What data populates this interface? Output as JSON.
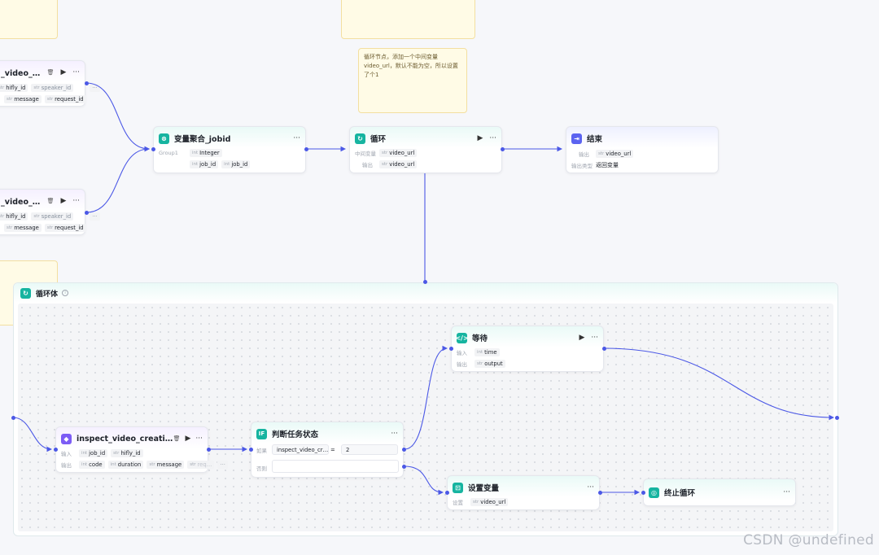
{
  "notes": {
    "loop_note": "循环节点，添加一个中间变量video_url，默认不能为空，所以设置了个1"
  },
  "nodes": {
    "text_video": {
      "title": "_video_文本…",
      "row1": [
        {
          "t": "str",
          "v": "hifly_id"
        },
        {
          "t": "str",
          "v": "speaker_id"
        }
      ],
      "row2": [
        {
          "t": "str",
          "v": "message"
        },
        {
          "t": "str",
          "v": "request_id"
        }
      ],
      "more": "···"
    },
    "audio_video": {
      "title": "_video_声音…",
      "row1": [
        {
          "t": "str",
          "v": "hifly_id"
        },
        {
          "t": "str",
          "v": "speaker_id"
        }
      ],
      "row2": [
        {
          "t": "str",
          "v": "message"
        },
        {
          "t": "str",
          "v": "request_id"
        }
      ],
      "more": "···"
    },
    "aggregate": {
      "title": "变量聚合_jobid",
      "group_label": "Group1",
      "group_type": {
        "t": "int",
        "v": "Integer"
      },
      "vars": [
        {
          "t": "int",
          "v": "job_id"
        },
        {
          "t": "int",
          "v": "job_id"
        }
      ]
    },
    "loop": {
      "title": "循环",
      "mid_label": "中间变量",
      "mid_var": {
        "t": "str",
        "v": "video_url"
      },
      "out_label": "输出",
      "out_var": {
        "t": "str",
        "v": "video_url"
      }
    },
    "end": {
      "title": "结束",
      "out_label": "输出",
      "out_var": {
        "t": "str",
        "v": "video_url"
      },
      "type_label": "输出类型",
      "type_value": "返回变量"
    },
    "loop_body": {
      "title": "循环体",
      "info": "i"
    },
    "wait": {
      "title": "等待",
      "in_label": "输入",
      "in_var": {
        "t": "int",
        "v": "time"
      },
      "out_label": "输出",
      "out_var": {
        "t": "str",
        "v": "output"
      }
    },
    "inspect": {
      "title": "inspect_video_creation_sta…",
      "in_label": "输入",
      "in_vars": [
        {
          "t": "int",
          "v": "job_id"
        },
        {
          "t": "str",
          "v": "hifly_id"
        }
      ],
      "out_label": "输出",
      "out_vars": [
        {
          "t": "int",
          "v": "code"
        },
        {
          "t": "int",
          "v": "duration"
        },
        {
          "t": "str",
          "v": "message"
        },
        {
          "t": "str",
          "v": "req…"
        }
      ],
      "more": "···"
    },
    "judge": {
      "title": "判断任务状态",
      "if_label": "如果",
      "if_left": "inspect_video_cr…",
      "if_op": "=",
      "if_right": "2",
      "else_label": "否则"
    },
    "set_var": {
      "title": "设置变量",
      "set_label": "设置",
      "set_var": {
        "t": "str",
        "v": "video_url"
      }
    },
    "stop_loop": {
      "title": "终止循环"
    }
  },
  "icons": {
    "aggregate": "aggregate-icon",
    "loop": "loop-icon",
    "end": "exit-icon",
    "wait": "code-icon",
    "inspect": "plugin-icon",
    "judge": "if-icon",
    "set_var": "set-variable-icon",
    "stop_loop": "stop-icon"
  },
  "ui": {
    "run": "▶",
    "more": "···",
    "trash": "🗑"
  },
  "watermark": "CSDN @undefined",
  "colors": {
    "edge": "#4b58e6",
    "teal": "#16b4a0",
    "purple": "#7c5cf5"
  }
}
